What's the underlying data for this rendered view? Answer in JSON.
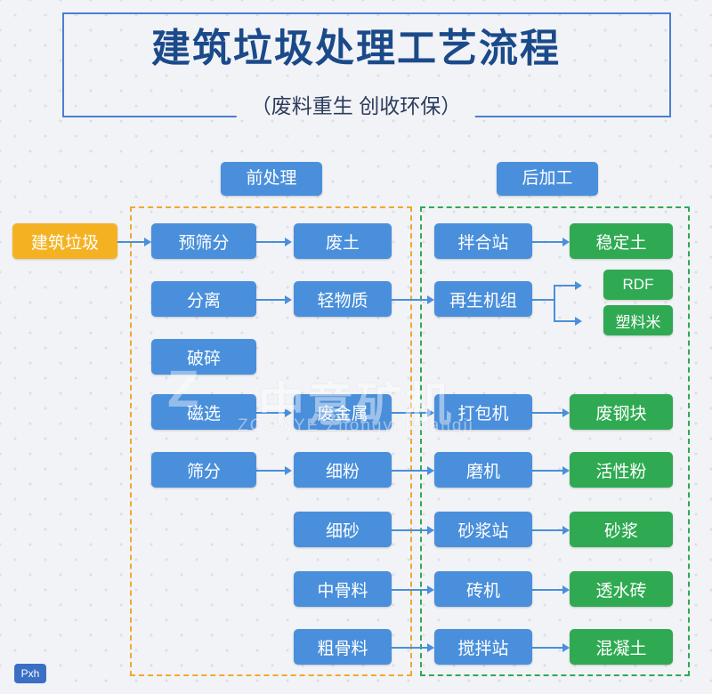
{
  "header": {
    "title": "建筑垃圾处理工艺流程",
    "subtitle": "（废料重生  创收环保）"
  },
  "groups": {
    "pre_label": "前处理",
    "post_label": "后加工"
  },
  "input": {
    "label": "建筑垃圾"
  },
  "colors": {
    "blue": "#4a8fdb",
    "green": "#2faa52",
    "orange": "#f4b223",
    "pre_frame": "#f0a830",
    "post_frame": "#2faa52",
    "title": "#1b4a8a"
  },
  "nodes": {
    "col1": [
      {
        "label": "预筛分"
      },
      {
        "label": "分离"
      },
      {
        "label": "破碎"
      },
      {
        "label": "磁选"
      },
      {
        "label": "筛分"
      }
    ],
    "col2": [
      {
        "label": "废土"
      },
      {
        "label": "轻物质"
      },
      {
        "label": "废金属"
      },
      {
        "label": "细粉"
      },
      {
        "label": "细砂"
      },
      {
        "label": "中骨料"
      },
      {
        "label": "粗骨料"
      }
    ],
    "col3": [
      {
        "label": "拌合站"
      },
      {
        "label": "再生机组"
      },
      {
        "label": "打包机"
      },
      {
        "label": "磨机"
      },
      {
        "label": "砂浆站"
      },
      {
        "label": "砖机"
      },
      {
        "label": "搅拌站"
      }
    ],
    "col4": [
      {
        "label": "稳定土"
      },
      {
        "label": "RDF"
      },
      {
        "label": "塑料米"
      },
      {
        "label": "废钢块"
      },
      {
        "label": "活性粉"
      },
      {
        "label": "砂浆"
      },
      {
        "label": "透水砖"
      },
      {
        "label": "混凝土"
      }
    ]
  },
  "watermark": {
    "main": "中意矿机",
    "sub": "ZOONYE  Zhongyi Kuangji",
    "logo": "Z"
  },
  "badge": {
    "label": "Pxh"
  }
}
